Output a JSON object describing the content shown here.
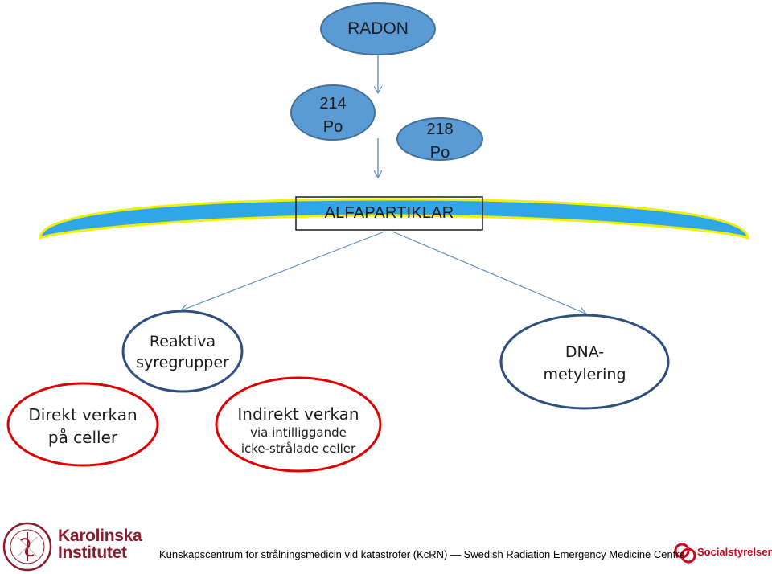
{
  "nodes": {
    "radon": "RADON",
    "po214_line1": "214",
    "po214_line2": "Po",
    "po218_line1": "218",
    "po218_line2": "Po",
    "alfapartiklar": "ALFAPARTIKLAR",
    "reaktiva_line1": "Reaktiva",
    "reaktiva_line2": "syregrupper",
    "dna_line1": "DNA-",
    "dna_line2": "metylering",
    "direkt_line1": "Direkt verkan",
    "direkt_line2": "på celler",
    "indirekt_title": "Indirekt verkan",
    "indirekt_sub1": "via intilliggande",
    "indirekt_sub2": "icke-strålade celler"
  },
  "footer": {
    "left_logo_title_1": "Karolinska",
    "left_logo_title_2": "Institutet",
    "text_part1": "Kunskapscentrum för strålningsmedicin vid katastrofer (KcRN)",
    "text_sep": "—",
    "text_part2": "Swedish Radiation Emergency Medicine Centre",
    "right_logo": "Socialstyrelsen"
  },
  "colors": {
    "blue_fill": "#5b9bd5",
    "blue_stroke": "#41719c",
    "dark_blue_stroke": "#2f4f7f",
    "red_stroke": "#e00000",
    "band_blue": "#2ea6e8",
    "band_yellow": "#f0f000",
    "arrow": "#5a8ac6",
    "ki_red": "#8b1a2a"
  }
}
